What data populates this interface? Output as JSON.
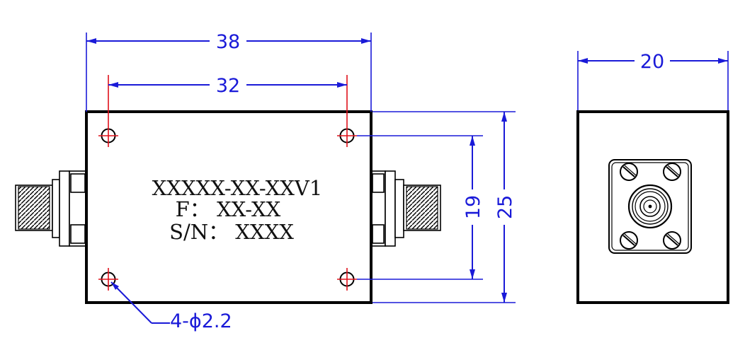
{
  "front_view": {
    "overall_width": "38",
    "hole_spacing_width": "32",
    "hole_spacing_height": "19",
    "overall_height": "25",
    "hole_callout": "4-ϕ2.2",
    "label_lines": [
      "XXXXX-XX-XXV1",
      "F： XX-XX",
      "S/N： XXXX"
    ]
  },
  "side_view": {
    "overall_width": "20"
  },
  "colors": {
    "dimension": "#1a1ad8",
    "outline": "#000000",
    "centerline": "#e0101a"
  }
}
